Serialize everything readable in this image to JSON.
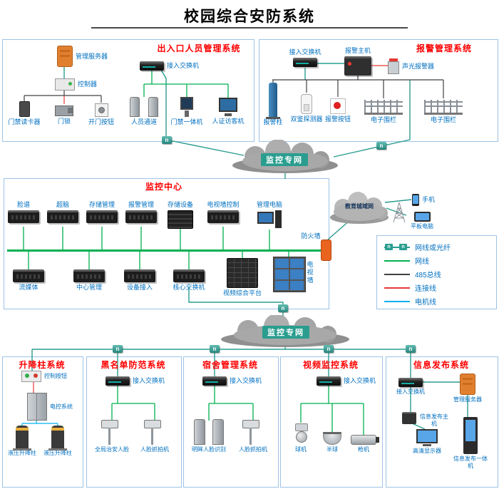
{
  "title": "校园综合安防系统",
  "icons": {
    "net_node": "n"
  },
  "clouds": {
    "monitor_top": "监控专网",
    "monitor_bottom": "监控专网",
    "edu": "教育城域网"
  },
  "entrance": {
    "title": "出入口人员管理系统",
    "server": "管理服务器",
    "controller": "控制器",
    "switch": "接入交换机",
    "devices": [
      "门禁读卡器",
      "门锁",
      "开门按钮",
      "人员通道",
      "门禁一体机",
      "人证访客机"
    ]
  },
  "alarm": {
    "title": "报警管理系统",
    "switch": "接入交换机",
    "host": "报警主机",
    "sounder": "声光报警器",
    "devices": [
      "报警柱",
      "双鉴探测器",
      "报警按钮",
      "电子围栏",
      "电子围栏"
    ]
  },
  "center": {
    "title": "监控中心",
    "top_row": [
      "脸谱",
      "超脑",
      "存储管理",
      "报警管理",
      "存储设备",
      "电视墙控制",
      "管理电脑"
    ],
    "bottom_row": [
      "流媒体",
      "中心管理",
      "设备接入",
      "核心交换机",
      "视频综合平台"
    ],
    "firewall": "防火墙",
    "tv_wall": "电视墙"
  },
  "remote": {
    "phone": "手机",
    "tablet": "平板电脑"
  },
  "legend": {
    "items": [
      {
        "label": "网线或光纤",
        "color": "#2a9d8f"
      },
      {
        "label": "网线",
        "color": "#00b050"
      },
      {
        "label": "485总线",
        "color": "#404040"
      },
      {
        "label": "连接线",
        "color": "#e53935"
      },
      {
        "label": "电机线",
        "color": "#00b0f0"
      }
    ]
  },
  "bollard": {
    "title": "升降柱系统",
    "button": "控制按钮",
    "cabinet": "电控系统",
    "devices": [
      "液压升降柱",
      "液压升降柱"
    ]
  },
  "blacklist": {
    "title": "黑名单防范系统",
    "switch": "接入交换机",
    "devices": [
      "全局治安人脸",
      "人脸抓拍机"
    ]
  },
  "dorm": {
    "title": "宿舍管理系统",
    "switch": "接入交换机",
    "devices": [
      "明眸人脸识别",
      "人脸抓拍机"
    ]
  },
  "video": {
    "title": "视频监控系统",
    "switch": "接入交换机",
    "devices": [
      "球机",
      "半球",
      "枪机"
    ]
  },
  "info": {
    "title": "信息发布系统",
    "switch": "接入交换机",
    "server": "管理服务器",
    "devices": [
      "信息发布主机",
      "高清显示器",
      "信息发布一体机"
    ]
  }
}
